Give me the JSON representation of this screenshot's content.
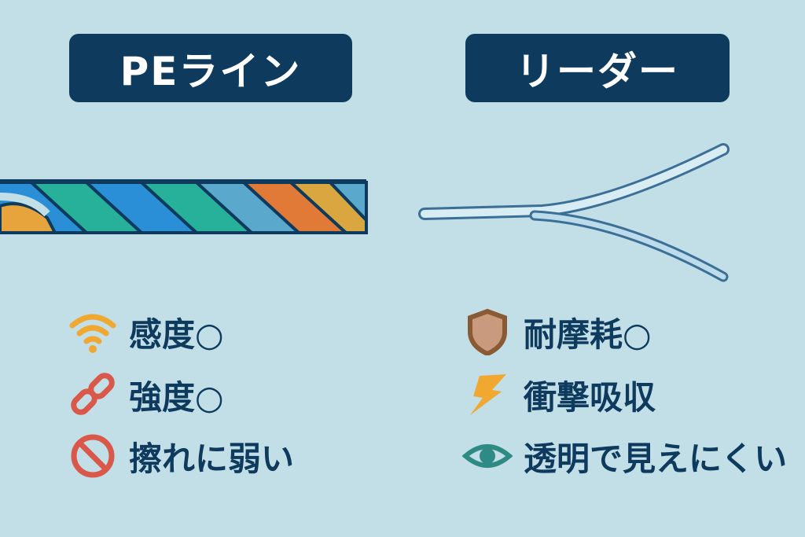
{
  "left": {
    "title": "PEライン",
    "items": [
      {
        "icon": "wifi-signal-icon",
        "label": "感度○"
      },
      {
        "icon": "chain-link-icon",
        "label": "強度○"
      },
      {
        "icon": "prohibited-icon",
        "label": "擦れに弱い"
      }
    ]
  },
  "right": {
    "title": "リーダー",
    "items": [
      {
        "icon": "shield-icon",
        "label": "耐摩耗○"
      },
      {
        "icon": "lightning-icon",
        "label": "衝撃吸収"
      },
      {
        "icon": "eye-icon",
        "label": "透明で見えにくい"
      }
    ]
  },
  "colors": {
    "background": "#c2dee6",
    "navy": "#0e3b5d",
    "orange": "#f0a830",
    "red": "#d9584a",
    "teal": "#2e8a84",
    "brown": "#8a5a35"
  }
}
